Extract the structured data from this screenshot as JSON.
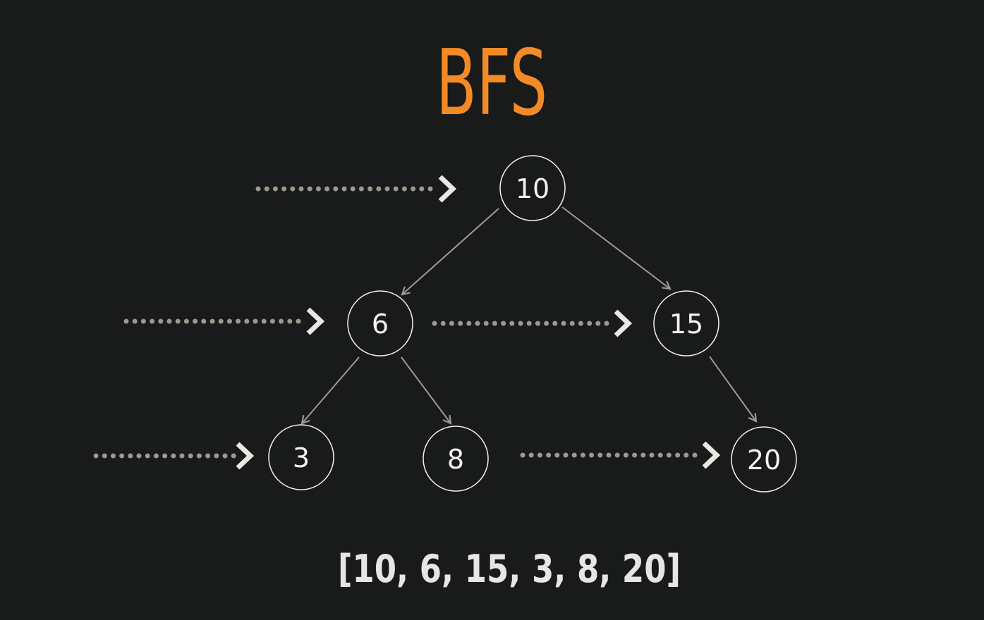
{
  "title": "BFS",
  "result": "[10, 6, 15, 3, 8, 20]",
  "nodes": [
    {
      "id": "n10",
      "label": "10"
    },
    {
      "id": "n6",
      "label": "6"
    },
    {
      "id": "n15",
      "label": "15"
    },
    {
      "id": "n3",
      "label": "3"
    },
    {
      "id": "n8",
      "label": "8"
    },
    {
      "id": "n20",
      "label": "20"
    }
  ],
  "edges": [
    {
      "from": "n10",
      "to": "n6"
    },
    {
      "from": "n10",
      "to": "n15"
    },
    {
      "from": "n6",
      "to": "n3"
    },
    {
      "from": "n6",
      "to": "n8"
    },
    {
      "from": "n15",
      "to": "n20"
    }
  ],
  "colors": {
    "background": "#191a1a",
    "title": "#f28a26",
    "node_stroke": "#f2f2f2",
    "node_text": "#f2f2f2",
    "edge": "#a09a91",
    "dotted_pointer": "#9e988e",
    "chevron": "#ebe7e2",
    "result": "#e6e6e6"
  }
}
